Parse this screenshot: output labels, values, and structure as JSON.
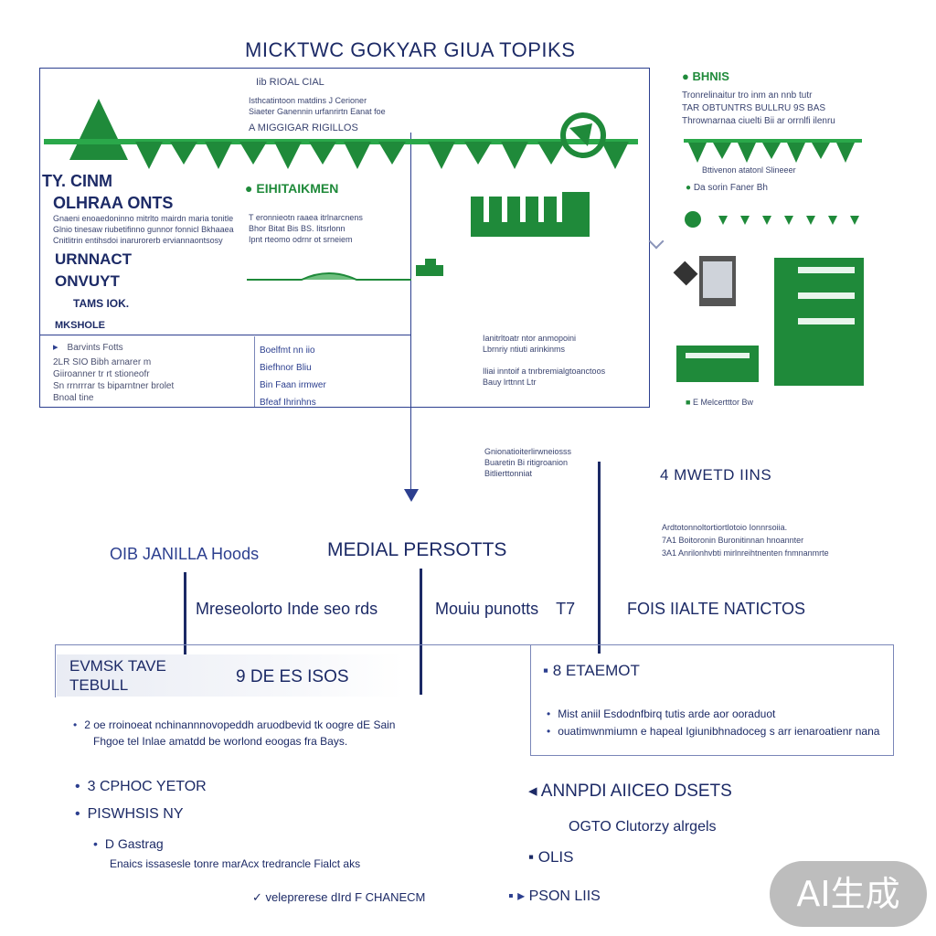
{
  "title": "MICKTWC GOKYAR GIUA TOPIKS",
  "top_left": {
    "heading_lines": [
      "TY. CINM",
      "OLHRAA ONTS"
    ],
    "text_rows": [
      "Gnaeni enoaedoninno mitrlto mairdn maria tonitle",
      "Glnio tinesaw riubetifinno gunnor fonnicl Bkhaaea",
      "Cnitlitrin entihsdoi inarurorerb erviannaontsosy"
    ],
    "sub_lines": [
      "URNNACT",
      "ONVUYT",
      "TAMS IOK.",
      "MKSHOLE"
    ],
    "list": [
      "Barvints Fotts",
      "2LR SIO Bibh arnarer m",
      "Giiroanner tr rt stioneofr",
      "Sn rrnrrrar ts biparntner brolet",
      "Bnoal tine"
    ]
  },
  "top_middle": {
    "caption": "Iib RIOAL CIAL",
    "text_rows": [
      "Isthcatintoon matdins J Cerioner",
      "Siaeter Ganennin urfanrirtn Eanat foe",
      "A MIGGIGAR RIGILLOS"
    ],
    "green_label": "EIHITAIKMEN",
    "green_rows": [
      "T eronnieotn raaea itrlnarcnens",
      "Bhor Bitat Bis BS. Iitsrlonn",
      "Ipnt rteomo odrnr ot srneiem"
    ],
    "list": [
      "Boelfmt nn iio",
      "Biefhnor Bliu",
      "Bin Faan irmwer",
      "Bfeaf Ihrinhns"
    ],
    "right_text": [
      "Ianitrltoatr ntor anmopoini",
      "Lbrnriy ntiuti arinkinms",
      "Iliai inntoif a tnrbremialgtoanctoos",
      "Bauy lrttnnt Ltr"
    ]
  },
  "right_panel": {
    "label": "BHNIS",
    "rows": [
      "Tronrelinaitur tro inm an nnb tutr",
      "TAR OBTUNTRS BULLRU 9S BAS",
      "Thrownarnaa ciuelti Bii ar orrnlfi ilenru"
    ],
    "green_row1": "Bttivenon atatonl Slineeer",
    "green_row2": "Da sorin Faner Bh",
    "bottom_caption": "E Melcertttor Bw"
  },
  "center_note": [
    "Gnionatioiterlirwneiosss",
    "Buaretin Bi ritigroanion",
    "Bitlierttonniat"
  ],
  "methods": {
    "title": "4 MWETD IINS",
    "rows": [
      "Ardtotonnoltortiortlotoio Ionnrsoiia.",
      "7A1 Boitoronin Buronitinnan hnoannter",
      "3A1 Anrilonhvbti mirlnreihtnenten fnmnanmrte"
    ]
  },
  "middle_labels": {
    "left": "OIB JANILLA Hoods",
    "center": "MEDIAL PERSOTTS",
    "row1": "Mreseolorto Inde seo rds",
    "row2": "Mouiu punotts",
    "row2_marker": "T7",
    "row3": "FOIS IIALTE NATICTOS"
  },
  "bottom_left_box": {
    "label_lines": [
      "EVMSK TAVE",
      "TEBULL"
    ],
    "middle": "9 DE ES ISOS"
  },
  "bottom_left_bullets": [
    "2 oe rroinoeat nchinannnovopeddh aruodbevid tk oogre dE Sain",
    "Fhgoe tel Inlae amatdd be worlond eoogas fra Bays."
  ],
  "bottom_left_list": [
    "3 CPHOC YETOR",
    "PISWHSIS NY"
  ],
  "bottom_left_sub": [
    "D Gastrag",
    "Enaics issasesle tonre marAcx tredrancle Fialct aks"
  ],
  "bottom_left_footer": "veleprerese dIrd F CHANECM",
  "bottom_right_box": {
    "label": "8 ETAEMOT",
    "rows": [
      "Mist aniil Esdodnfbirq tutis arde aor ooraduot",
      "ouatimwnmiumn e hapeal Igiunibhnadoceg s arr ienaroatienr nana"
    ]
  },
  "bottom_right_list": [
    "ANNPDI AIICEO DSETS",
    "OGTO Clutorzy alrgels",
    "OLIS",
    "PSON LIIS"
  ],
  "badge": "AI生成",
  "colors": {
    "navy": "#1c2a66",
    "blue": "#2c3f8f",
    "green": "#1f8a3a",
    "badge": "#bdbdbd"
  }
}
